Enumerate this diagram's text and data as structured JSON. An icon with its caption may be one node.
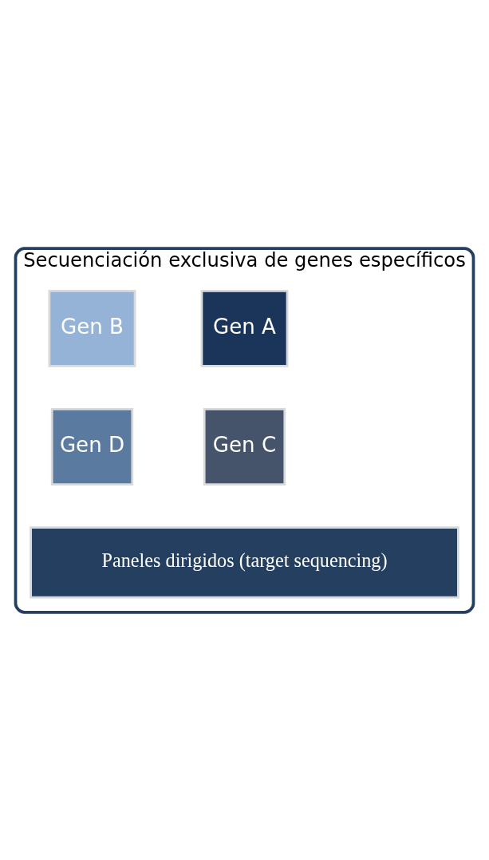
{
  "diagram": {
    "nodes": [
      {
        "text": [
          "Secuenciación exclusiva de genes específicos"
        ]
      },
      {
        "text": [
          "Gen A"
        ],
        "in": 0
      },
      {
        "text": [
          "Gen B"
        ],
        "in": 0
      },
      {
        "text": [
          "Gen C"
        ],
        "in": 0
      },
      {
        "text": [
          "Gen D"
        ],
        "in": 0
      },
      {
        "text": [
          "Paneles dirigidos (target sequencing)"
        ],
        "in": 0
      }
    ],
    "edges": []
  }
}
